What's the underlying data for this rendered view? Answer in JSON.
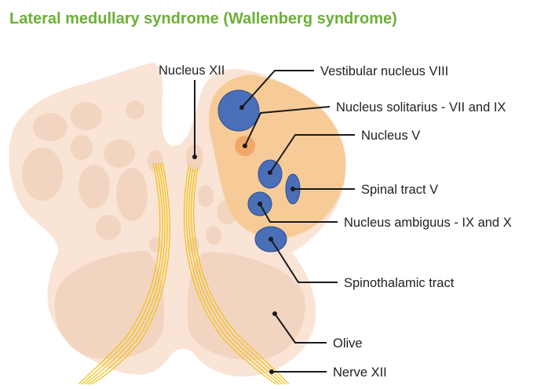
{
  "title": "Lateral medullary syndrome (Wallenberg syndrome)",
  "colors": {
    "title": "#6bb035",
    "tissue": "#f9e4d5",
    "tissue_inner": "#f1d2bd",
    "lesion": "#f6c68a",
    "nucleus_blue": "#4a6fb8",
    "nucleus_blue_dark": "#2f4e92",
    "nucleus_small": "#f0a768",
    "nerve_fibers": "#f2c010",
    "leader_line": "#1a1a1a"
  },
  "labels": {
    "nucleus_xii": "Nucleus XII",
    "vestibular": "Vestibular nucleus VIII",
    "solitarius": "Nucleus solitarius - VII and IX",
    "nucleus_v": "Nucleus V",
    "spinal_tract_v": "Spinal tract V",
    "ambiguus": "Nucleus ambiguus - IX and X",
    "spinothalamic": "Spinothalamic tract",
    "olive": "Olive",
    "nerve_xii": "Nerve XII"
  }
}
